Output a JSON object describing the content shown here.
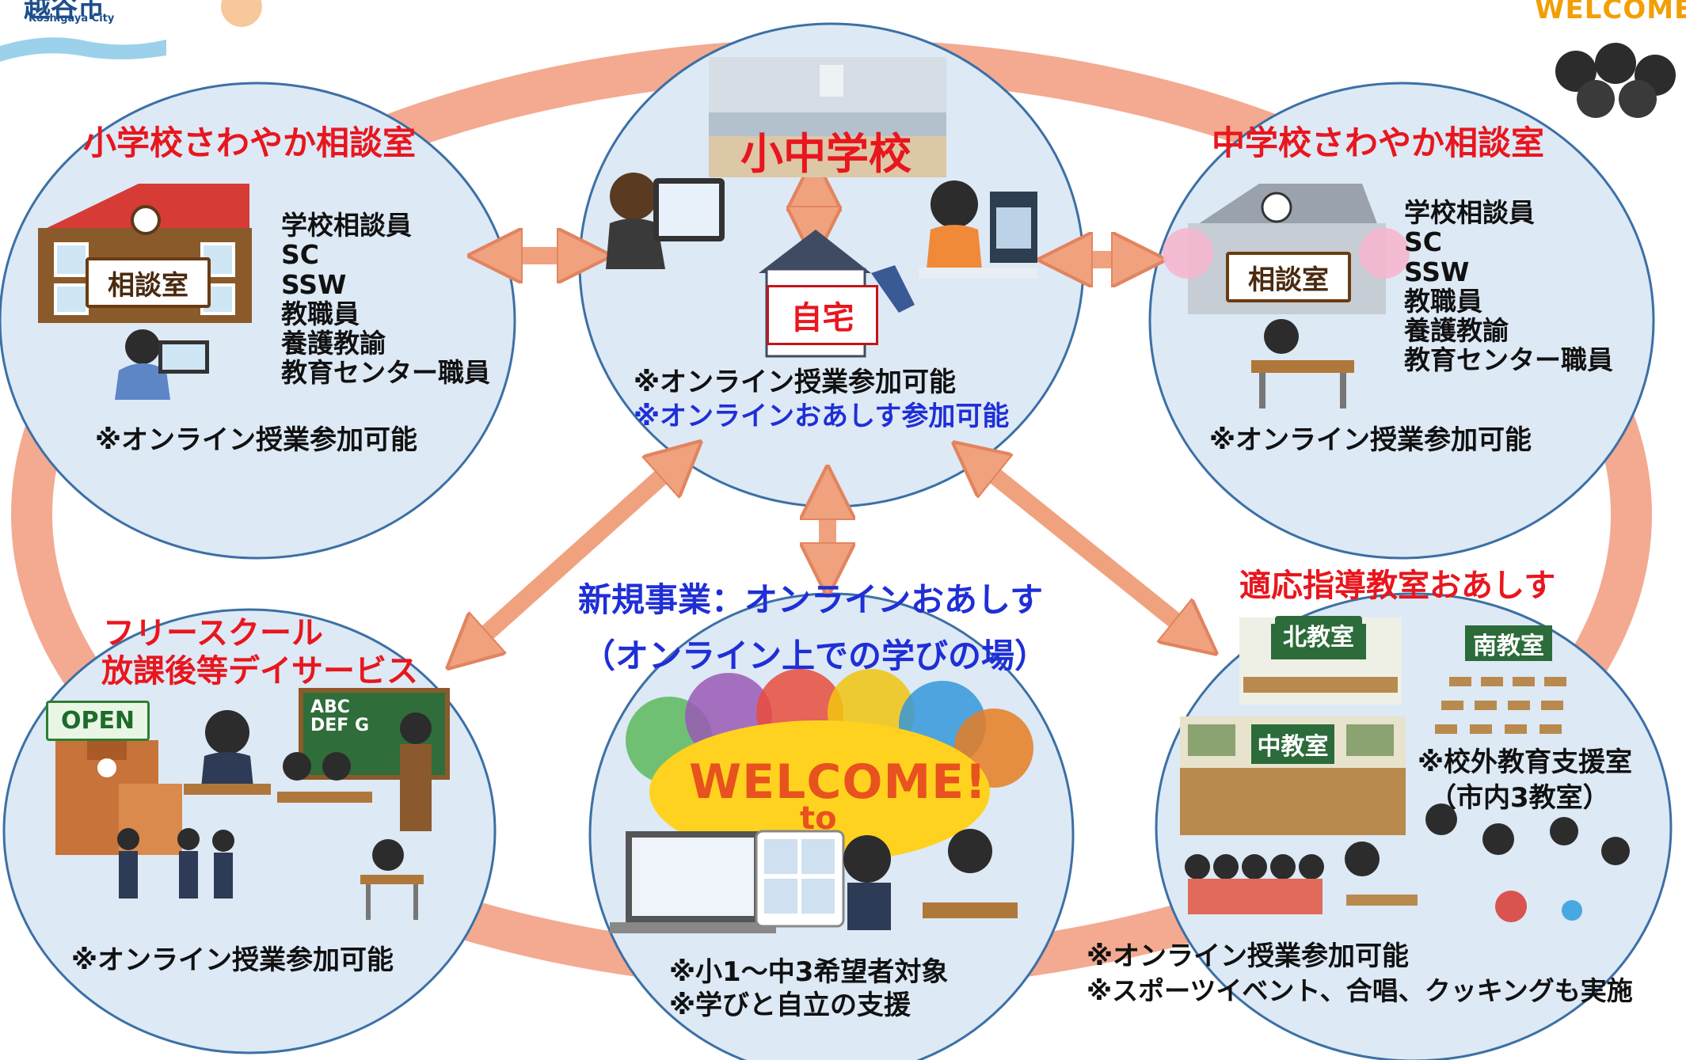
{
  "header": {
    "city_name_jp": "越谷市",
    "city_name_en": "Koshigaya City",
    "welcome_badge": "WELCOME"
  },
  "nodes": {
    "elementary": {
      "title": "小学校さわやか相談室",
      "sign": "相談室",
      "staff": [
        "学校相談員",
        "SC",
        "SSW",
        "教職員",
        "養護教諭",
        "教育センター職員"
      ],
      "note": "※オンライン授業参加可能"
    },
    "school": {
      "title": "小中学校",
      "home_label": "自宅",
      "note_black": "※オンライン授業参加可能",
      "note_blue": "※オンラインおあしす参加可能"
    },
    "junior": {
      "title": "中学校さわやか相談室",
      "sign": "相談室",
      "staff": [
        "学校相談員",
        "SC",
        "SSW",
        "教職員",
        "養護教諭",
        "教育センター職員"
      ],
      "note": "※オンライン授業参加可能"
    },
    "freeschool": {
      "title_line1": "フリースクール",
      "title_line2": "放課後等デイサービス",
      "open_sign": "OPEN",
      "board_text": "ABC DEF G",
      "note": "※オンライン授業参加可能"
    },
    "online": {
      "title_line1": "新規事業：オンラインおあしす",
      "title_line2": "（オンライン上での学びの場）",
      "welcome_line1": "WELCOME!",
      "welcome_line2": "to",
      "note_line1": "※小1～中3希望者対象",
      "note_line2": "※学びと自立の支援"
    },
    "oasis": {
      "title": "適応指導教室おあしす",
      "room_north": "北教室",
      "room_south": "南教室",
      "room_middle": "中教室",
      "support_line1": "※校外教育支援室",
      "support_line2": "（市内3教室）",
      "note_line1": "※オンライン授業参加可能",
      "note_line2": "※スポーツイベント、合唱、クッキングも実施"
    }
  },
  "colors": {
    "circle_fill": "#dde9f5",
    "circle_stroke": "#3c70a5",
    "ring": "#f2a58b",
    "arrow": "#f0a27f",
    "red_text": "#e8161e",
    "blue_text": "#1f2fd6"
  }
}
